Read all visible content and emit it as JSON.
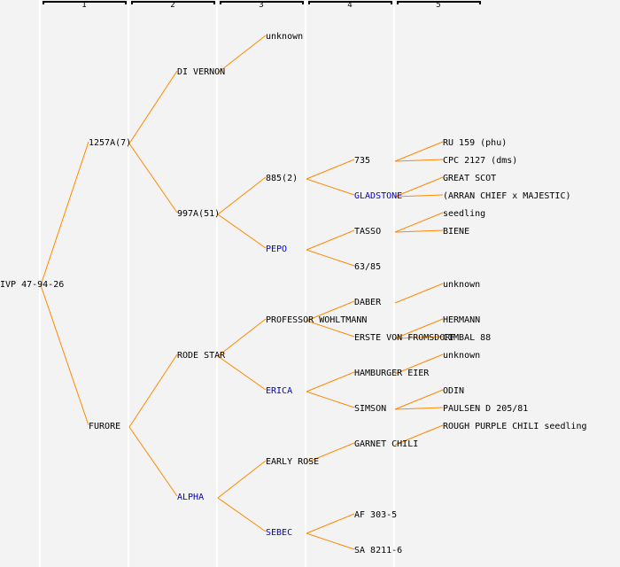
{
  "generations": [
    "1",
    "2",
    "3",
    "4",
    "5"
  ],
  "colors": {
    "line": "#ff8800",
    "link_text": "#0000cc",
    "text": "#000000",
    "background": "#f3f3f3"
  },
  "tree": {
    "name": "IVP 47-94-26",
    "link": false,
    "parents": [
      {
        "name": "1257A(7)",
        "link": false,
        "parents": [
          {
            "name": "DI VERNON",
            "link": false,
            "parents": [
              {
                "name": "unknown",
                "link": false,
                "parents": []
              }
            ]
          },
          {
            "name": "997A(51)",
            "link": false,
            "parents": [
              {
                "name": "885(2)",
                "link": false,
                "parents": [
                  {
                    "name": "735",
                    "link": false,
                    "parents": [
                      {
                        "name": "RU 159 (phu)",
                        "link": false,
                        "parents": []
                      },
                      {
                        "name": "CPC 2127 (dms)",
                        "link": false,
                        "parents": []
                      }
                    ]
                  },
                  {
                    "name": "GLADSTONE",
                    "link": true,
                    "parents": [
                      {
                        "name": "GREAT SCOT",
                        "link": false,
                        "parents": []
                      },
                      {
                        "name": "(ARRAN CHIEF x MAJESTIC)",
                        "link": false,
                        "parents": []
                      }
                    ]
                  }
                ]
              },
              {
                "name": "PEPO",
                "link": true,
                "parents": [
                  {
                    "name": "TASSO",
                    "link": false,
                    "parents": [
                      {
                        "name": "seedling",
                        "link": false,
                        "parents": []
                      },
                      {
                        "name": "BIENE",
                        "link": false,
                        "parents": []
                      }
                    ]
                  },
                  {
                    "name": "63/85",
                    "link": false,
                    "parents": []
                  }
                ]
              }
            ]
          }
        ]
      },
      {
        "name": "FURORE",
        "link": false,
        "parents": [
          {
            "name": "RODE STAR",
            "link": false,
            "parents": [
              {
                "name": "PROFESSOR WOHLTMANN",
                "link": false,
                "parents": [
                  {
                    "name": "DABER",
                    "link": false,
                    "parents": [
                      {
                        "name": "unknown",
                        "link": false,
                        "parents": []
                      }
                    ]
                  },
                  {
                    "name": "ERSTE VON FROMSDORF",
                    "link": false,
                    "parents": [
                      {
                        "name": "HERMANN",
                        "link": false,
                        "parents": []
                      },
                      {
                        "name": "CIMBAL 88",
                        "link": false,
                        "parents": []
                      }
                    ]
                  }
                ]
              },
              {
                "name": "ERICA",
                "link": true,
                "parents": [
                  {
                    "name": "HAMBURGER EIER",
                    "link": false,
                    "parents": [
                      {
                        "name": "unknown",
                        "link": false,
                        "parents": []
                      }
                    ]
                  },
                  {
                    "name": "SIMSON",
                    "link": false,
                    "parents": [
                      {
                        "name": "ODIN",
                        "link": false,
                        "parents": []
                      },
                      {
                        "name": "PAULSEN D 205/81",
                        "link": false,
                        "parents": []
                      }
                    ]
                  }
                ]
              }
            ]
          },
          {
            "name": "ALPHA",
            "link": true,
            "parents": [
              {
                "name": "EARLY ROSE",
                "link": false,
                "parents": [
                  {
                    "name": "GARNET CHILI",
                    "link": false,
                    "parents": [
                      {
                        "name": "ROUGH PURPLE CHILI seedling",
                        "link": false,
                        "parents": []
                      }
                    ]
                  }
                ]
              },
              {
                "name": "SEBEC",
                "link": true,
                "parents": [
                  {
                    "name": "AF 303-5",
                    "link": false,
                    "parents": []
                  },
                  {
                    "name": "SA 8211-6",
                    "link": false,
                    "parents": []
                  }
                ]
              }
            ]
          }
        ]
      }
    ]
  }
}
